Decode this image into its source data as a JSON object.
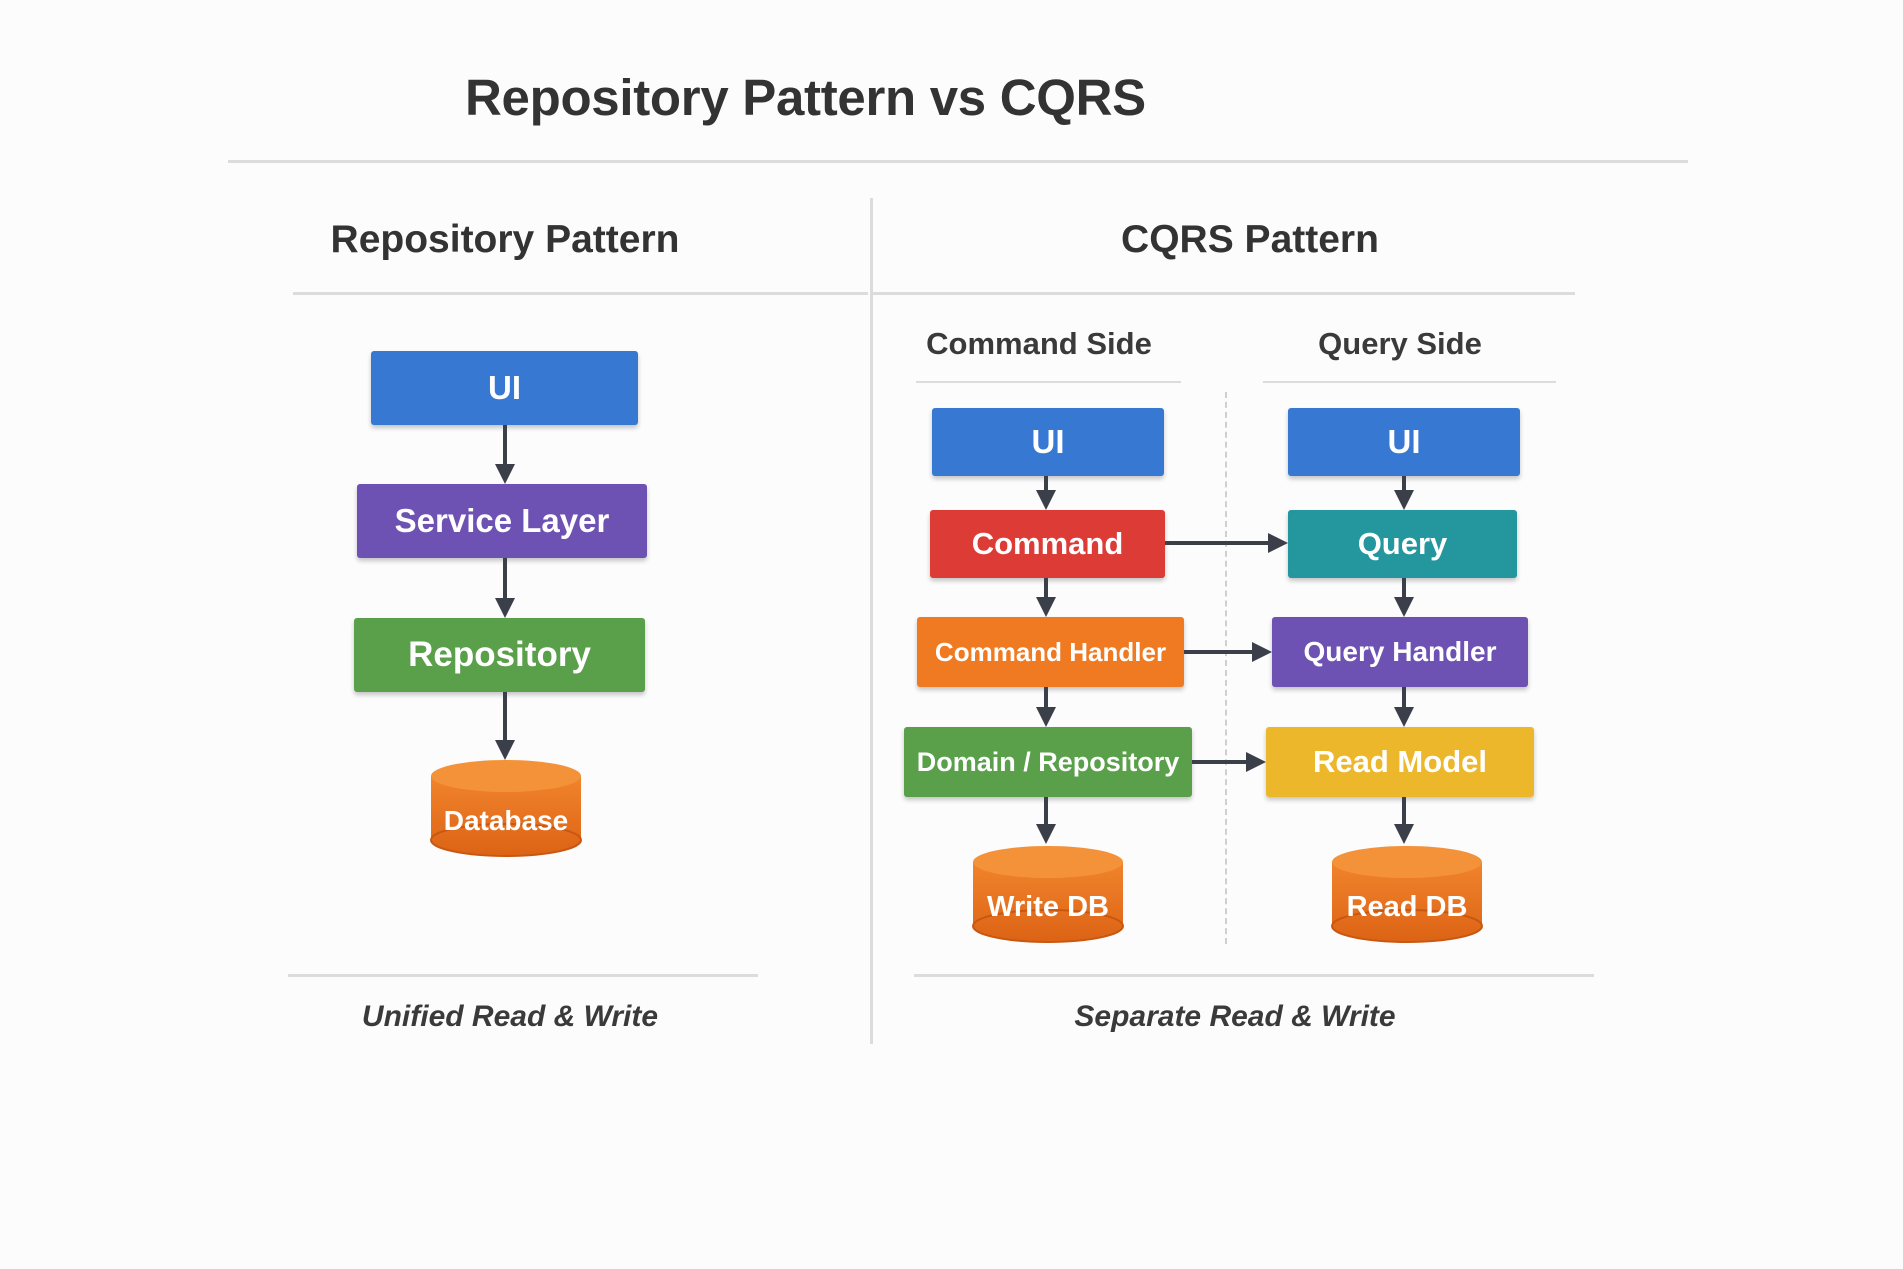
{
  "title": "Repository Pattern vs CQRS",
  "repository": {
    "heading": "Repository Pattern",
    "nodes": {
      "ui": "UI",
      "service": "Service Layer",
      "repository": "Repository",
      "database": "Database"
    },
    "caption": "Unified Read & Write"
  },
  "cqrs": {
    "heading": "CQRS Pattern",
    "command_side": {
      "heading": "Command Side",
      "ui": "UI",
      "command": "Command",
      "handler": "Command Handler",
      "domain": "Domain / Repository",
      "db": "Write DB"
    },
    "query_side": {
      "heading": "Query Side",
      "ui": "UI",
      "query": "Query",
      "handler": "Query Handler",
      "read_model": "Read Model",
      "db": "Read DB"
    },
    "caption": "Separate Read & Write"
  },
  "colors": {
    "blue": "#3778d2",
    "purple": "#6e52b3",
    "green": "#5aa04b",
    "orange": "#ef7a22",
    "red": "#dc3b36",
    "teal": "#24969e",
    "yellow": "#edb72b",
    "arrow": "#3b3f4a"
  }
}
